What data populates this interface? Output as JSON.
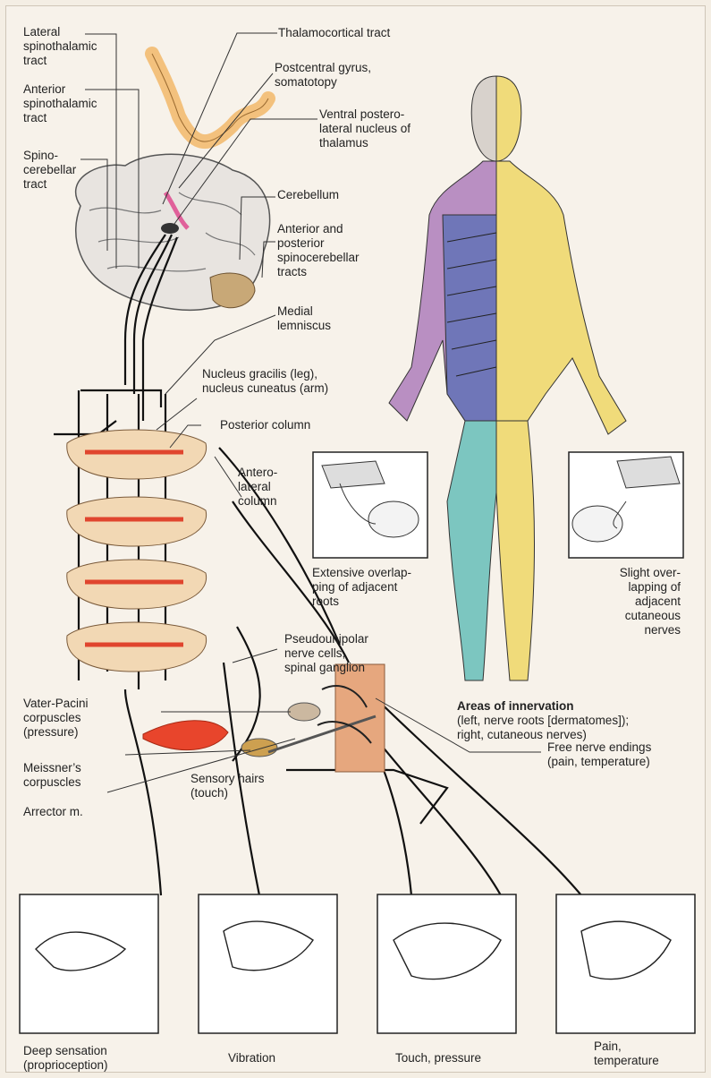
{
  "labels": {
    "lateral_spinothalamic": "Lateral\nspinothalamic\ntract",
    "anterior_spinothalamic": "Anterior\nspinothalamic\ntract",
    "spinocerebellar": "Spino-\ncerebellar\ntract",
    "thalamocortical": "Thalamocortical tract",
    "postcentral_gyrus": "Postcentral gyrus,\nsomatotopy",
    "ventral_posterolateral": "Ventral postero-\nlateral nucleus of\nthalamus",
    "cerebellum": "Cerebellum",
    "ant_post_spinocerebellar": "Anterior and\nposterior\nspinocerebellar\ntracts",
    "medial_lemniscus": "Medial\nlemniscus",
    "nucleus_gracilis": "Nucleus gracilis (leg),\nnucleus cuneatus (arm)",
    "posterior_column": "Posterior column",
    "anterolateral_column": "Antero-\nlateral\ncolumn",
    "pseudounipolar": "Pseudounipolar\nnerve cells,\nspinal ganglion",
    "vater_pacini": "Vater-Pacini\ncorpuscles\n(pressure)",
    "meissner": "Meissner’s\ncorpuscles",
    "arrector": "Arrector m.",
    "sensory_hairs": "Sensory hairs\n(touch)",
    "free_nerve_endings": "Free nerve endings\n(pain, temperature)",
    "extensive_overlap": "Extensive overlap-\nping of adjacent\nroots",
    "slight_overlap": "Slight over-\nlapping of\nadjacent\ncutaneous\nnerves",
    "areas_title": "Areas of innervation",
    "areas_sub": "(left, nerve roots [dermatomes]);\nright, cutaneous nerves)"
  },
  "panels": {
    "deep": "Deep sensation\n(proprioception)",
    "vibration": "Vibration",
    "touch": "Touch, pressure",
    "pain": "Pain,\ntemperature"
  },
  "colors": {
    "background": "#f7f2ea",
    "dermatome_purple": "#b98fc2",
    "dermatome_blue": "#6f76b8",
    "dermatome_teal": "#7cc6c0",
    "cutaneous_yellow": "#f0db7a",
    "spinal_cord": "#f2d8b4",
    "gray_matter_red": "#e0452e",
    "muscle_red": "#e8452c"
  }
}
